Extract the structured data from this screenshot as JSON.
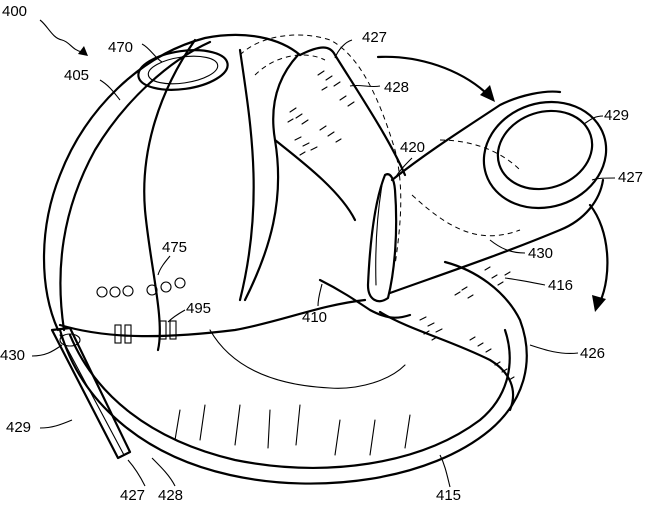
{
  "figure": {
    "labels": {
      "l400": "400",
      "l470": "470",
      "l405": "405",
      "l427_top": "427",
      "l428_top": "428",
      "l429_right": "429",
      "l420": "420",
      "l427_right": "427",
      "l475": "475",
      "l430_right": "430",
      "l416": "416",
      "l495": "495",
      "l410": "410",
      "l426": "426",
      "l430_left": "430",
      "l429_left": "429",
      "l427_bottom": "427",
      "l428_bottom": "428",
      "l415": "415"
    }
  }
}
